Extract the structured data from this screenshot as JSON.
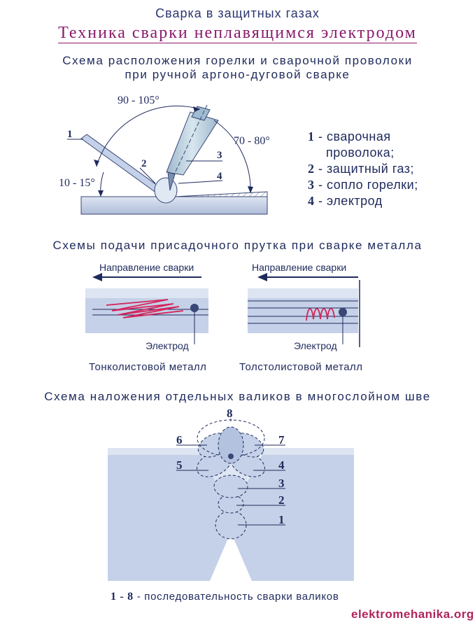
{
  "header": {
    "title": "Сварка в защитных газах",
    "subtitle": "Техника сварки неплавящимся электродом"
  },
  "section1": {
    "heading_line1": "Схема расположения горелки и сварочной проволоки",
    "heading_line2": "при ручной аргоно-дуговой сварке",
    "angle_top": "90 - 105°",
    "angle_right": "70 - 80°",
    "angle_left": "10 - 15°",
    "markers": [
      "1",
      "2",
      "3",
      "4"
    ],
    "legend": [
      {
        "num": "1",
        "text": "- сварочная"
      },
      {
        "num": "",
        "text": "проволока;"
      },
      {
        "num": "2",
        "text": "- защитный газ;"
      },
      {
        "num": "3",
        "text": "- сопло горелки;"
      },
      {
        "num": "4",
        "text": "- электрод"
      }
    ]
  },
  "section2": {
    "heading": "Схемы подачи присадочного прутка при сварке металла",
    "left": {
      "direction_label": "Направление сварки",
      "electrode_label": "Электрод",
      "caption": "Тонколистовой металл"
    },
    "right": {
      "direction_label": "Направление сварки",
      "electrode_label": "Электрод",
      "caption": "Толстолистовой металл"
    }
  },
  "section3": {
    "heading": "Схема наложения отдельных валиков в многослойном шве",
    "markers": [
      "1",
      "2",
      "3",
      "4",
      "5",
      "6",
      "7",
      "8"
    ],
    "note_num": "1 - 8",
    "note_text": "- последовательность сварки валиков"
  },
  "watermark": "elektromehanika.org",
  "colors": {
    "metal": "#c5d1e8",
    "metal_dark": "#9fb0d0",
    "outline": "#1f2a5c",
    "accent": "#8a1a6b",
    "filler_red": "#d4245a"
  }
}
